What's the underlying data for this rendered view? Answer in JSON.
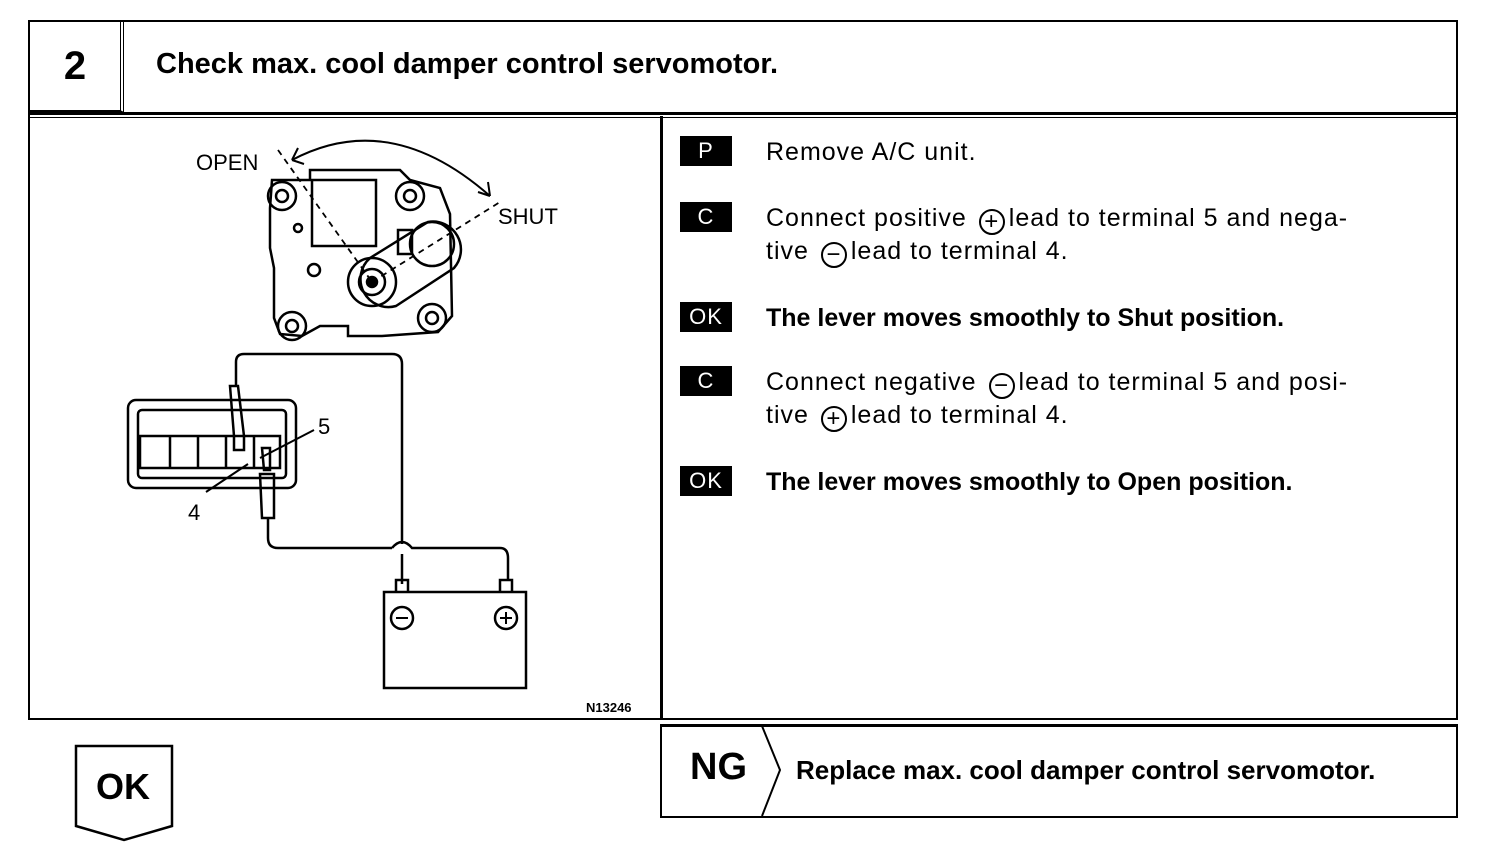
{
  "header": {
    "step_number": "2",
    "title": "Check max. cool damper control servomotor."
  },
  "diagram": {
    "label_open": "OPEN",
    "label_shut": "SHUT",
    "label_terminal_5": "5",
    "label_terminal_4": "4",
    "figure_code": "N13246"
  },
  "steps": [
    {
      "tag": "P",
      "text": "Remove A/C unit."
    },
    {
      "tag": "C",
      "text_a": "Connect positive",
      "text_b": "lead to terminal 5 and nega-",
      "text_c": "tive",
      "text_d": "lead to terminal 4.",
      "sym1": "+",
      "sym2": "−"
    },
    {
      "tag": "OK",
      "text": "The lever moves smoothly to Shut position."
    },
    {
      "tag": "C",
      "text_a": "Connect negative",
      "text_b": "lead to terminal 5 and posi-",
      "text_c": "tive",
      "text_d": "lead to terminal 4.",
      "sym1": "−",
      "sym2": "+"
    },
    {
      "tag": "OK",
      "text": "The lever moves smoothly to Open position."
    }
  ],
  "ng": {
    "label": "NG",
    "text": "Replace max. cool damper control servomotor."
  },
  "ok": {
    "label": "OK"
  }
}
